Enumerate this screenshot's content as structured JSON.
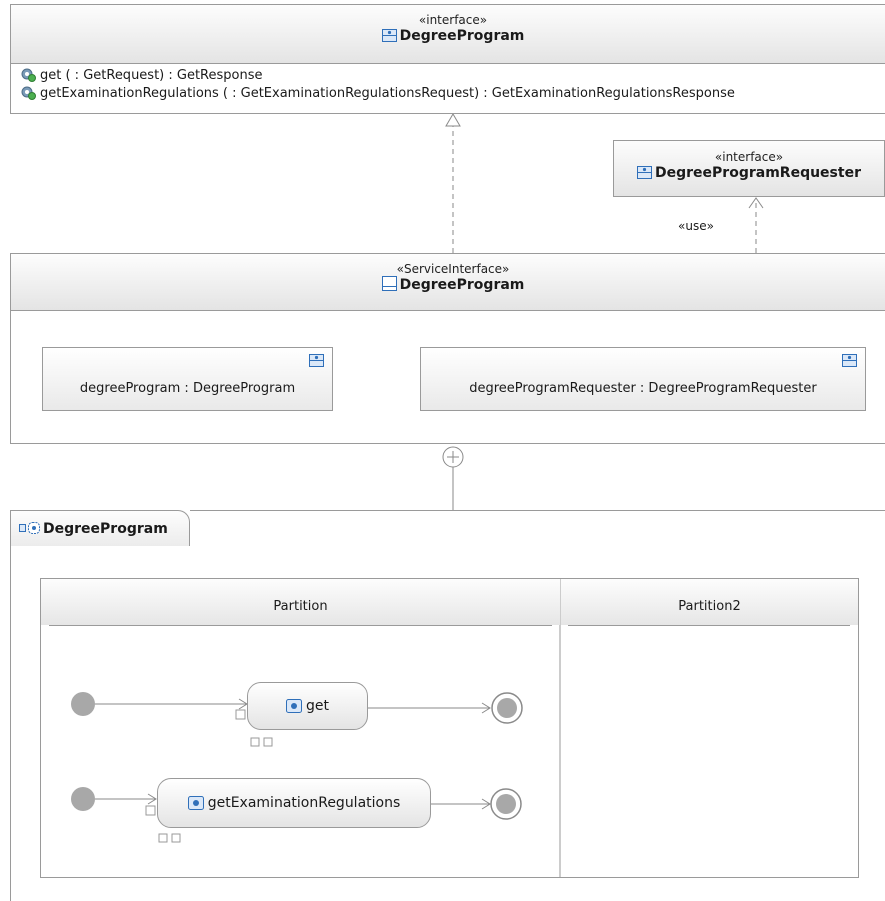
{
  "top_interface": {
    "stereotype": "«interface»",
    "name": "DegreeProgram",
    "operations": [
      "get ( : GetRequest) : GetResponse",
      "getExaminationRegulations ( : GetExaminationRegulationsRequest) : GetExaminationRegulationsResponse"
    ]
  },
  "requester_interface": {
    "stereotype": "«interface»",
    "name": "DegreeProgramRequester"
  },
  "use_label": "«use»",
  "service_interface": {
    "stereotype": "«ServiceInterface»",
    "name": "DegreeProgram",
    "parts": [
      "degreeProgram : DegreeProgram",
      "degreeProgramRequester : DegreeProgramRequester"
    ]
  },
  "activity": {
    "name": "DegreeProgram",
    "partitions": [
      "Partition",
      "Partition2"
    ],
    "actions": [
      "get",
      "getExaminationRegulations"
    ]
  }
}
